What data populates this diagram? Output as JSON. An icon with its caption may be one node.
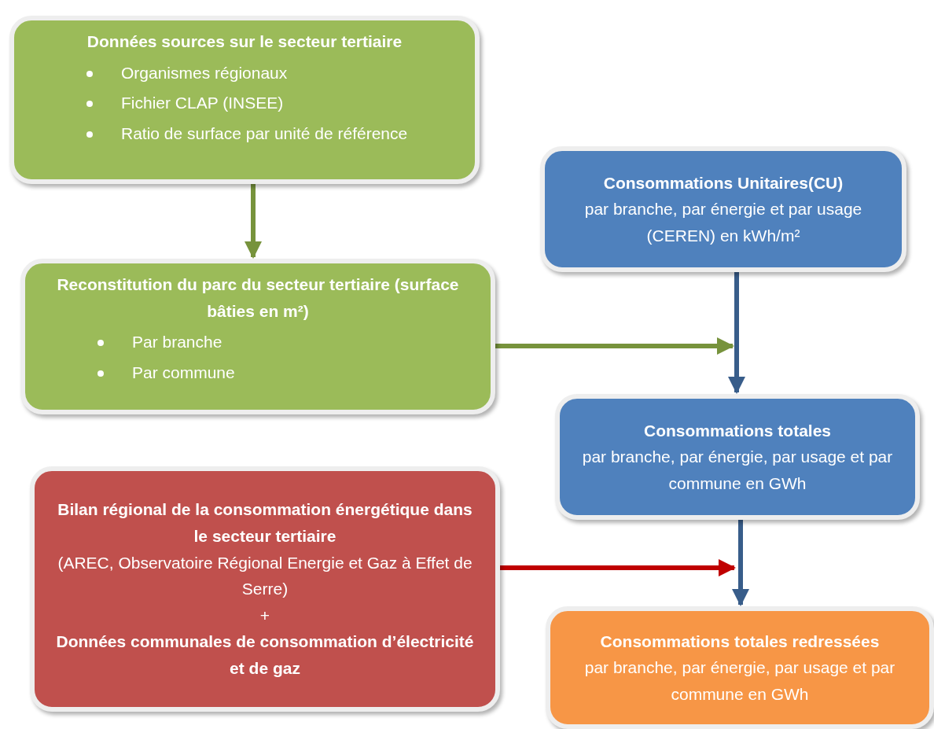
{
  "diagram": {
    "nodes": [
      {
        "text": [
          "Données sources sur le secteur tertiaire",
          "Organismes régionaux",
          "Fichier CLAP (INSEE)",
          "Ratio de surface par unité de référence"
        ]
      },
      {
        "text": [
          "Consommations Unitaires(CU)",
          "par branche, par énergie et par usage (CEREN) en kWh/m²"
        ]
      },
      {
        "text": [
          "Reconstitution du parc du secteur tertiaire (surface bâties en m²)",
          "Par branche",
          "Par commune"
        ]
      },
      {
        "text": [
          "Consommations totales",
          "par branche, par énergie, par usage et par commune en GWh"
        ]
      },
      {
        "text": [
          "Bilan régional de la consommation énergétique dans le secteur tertiaire",
          "(AREC, Observatoire Régional Energie et Gaz à Effet de Serre)",
          "+",
          "Données communales de consommation d’électricité et de gaz"
        ]
      },
      {
        "text": [
          "Consommations totales redressées",
          "par branche, par énergie, par usage et par commune en GWh"
        ]
      }
    ],
    "edges": [
      {
        "from": 0,
        "to": 2,
        "arrow": "to",
        "color": "#77933c"
      },
      {
        "from": 1,
        "to": 3,
        "arrow": "to"
      },
      {
        "from": 2,
        "to": 3,
        "arrow": "to",
        "color": "#77933c"
      },
      {
        "from": 3,
        "to": 5,
        "arrow": "to"
      },
      {
        "from": 4,
        "to": 5,
        "arrow": "to",
        "color": "#c00000"
      }
    ]
  }
}
